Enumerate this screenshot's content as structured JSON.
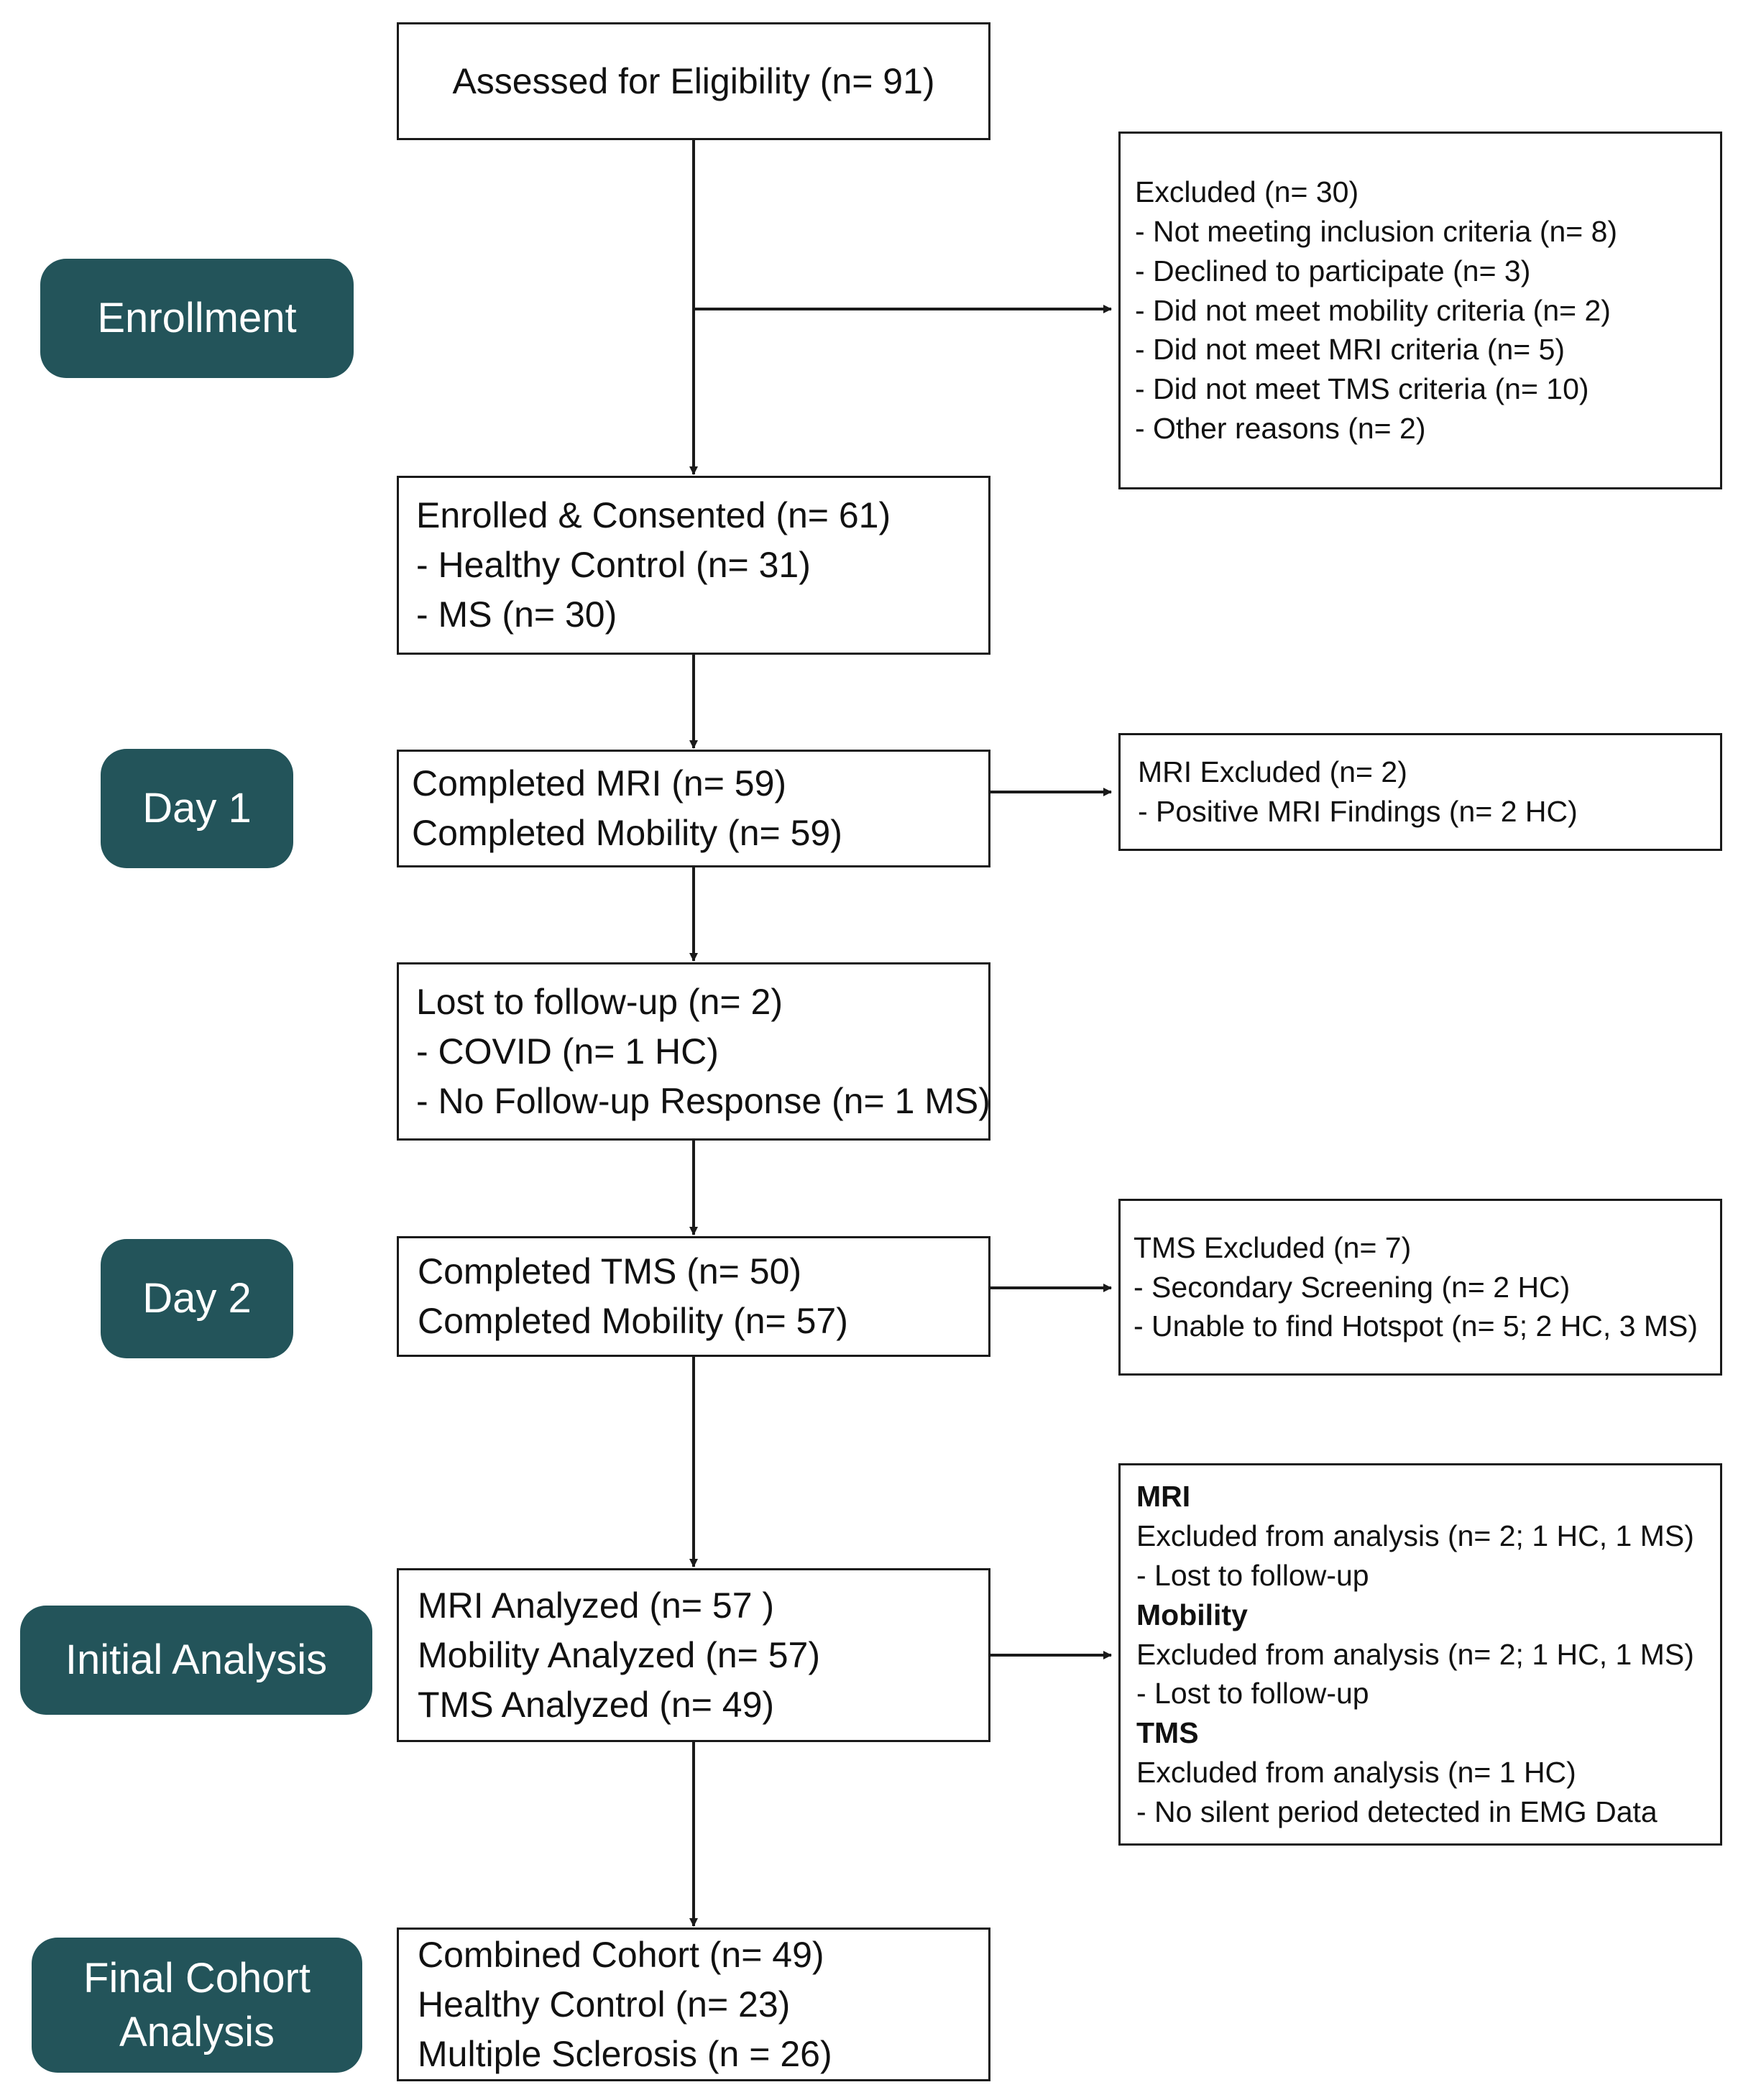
{
  "stages": {
    "enrollment": [
      "Enrollment"
    ],
    "day1": [
      "Day 1"
    ],
    "day2": [
      "Day 2"
    ],
    "initial": [
      "Initial Analysis"
    ],
    "final": [
      "Final Cohort",
      "Analysis"
    ]
  },
  "main_boxes": {
    "assessed": [
      "Assessed for Eligibility (n= 91)"
    ],
    "enrolled": [
      "Enrolled & Consented (n= 61)",
      "- Healthy Control (n= 31)",
      "- MS (n= 30)"
    ],
    "day1": [
      "Completed MRI (n= 59)",
      "Completed Mobility (n= 59)"
    ],
    "lost": [
      "Lost to follow-up (n= 2)",
      "- COVID (n= 1 HC)",
      "- No Follow-up Response (n= 1 MS)"
    ],
    "day2": [
      "Completed TMS (n= 50)",
      "Completed Mobility (n= 57)"
    ],
    "analyzed": [
      "MRI Analyzed (n= 57 )",
      "Mobility Analyzed (n= 57)",
      "TMS Analyzed (n= 49)"
    ],
    "final": [
      "Combined Cohort (n= 49)",
      "Healthy Control (n= 23)",
      "Multiple Sclerosis (n = 26)"
    ]
  },
  "side_boxes": {
    "excluded": [
      "Excluded (n= 30)",
      "- Not meeting inclusion criteria (n= 8)",
      "- Declined to participate (n= 3)",
      "- Did not meet mobility criteria (n= 2)",
      "- Did not meet MRI criteria (n= 5)",
      "- Did not meet TMS criteria (n= 10)",
      "- Other reasons (n= 2)"
    ],
    "mri_excluded": [
      "MRI Excluded (n= 2)",
      "- Positive MRI Findings (n= 2 HC)"
    ],
    "tms_excluded": [
      "TMS Excluded (n= 7)",
      "- Secondary Screening (n= 2 HC)",
      "- Unable to find Hotspot (n= 5; 2 HC, 3 MS)"
    ],
    "analysis_excluded": [
      "MRI",
      "Excluded from analysis (n= 2; 1 HC, 1 MS)",
      "- Lost to follow-up",
      "Mobility",
      "Excluded from analysis (n= 2; 1 HC, 1 MS)",
      "- Lost to follow-up",
      "TMS",
      "Excluded from analysis (n= 1 HC)",
      "- No silent period detected in EMG Data"
    ]
  },
  "colors": {
    "stage_fill": "#23545a",
    "stage_text": "#ffffff",
    "box_border": "#1a1a1a",
    "arrow": "#1a1a1a"
  }
}
